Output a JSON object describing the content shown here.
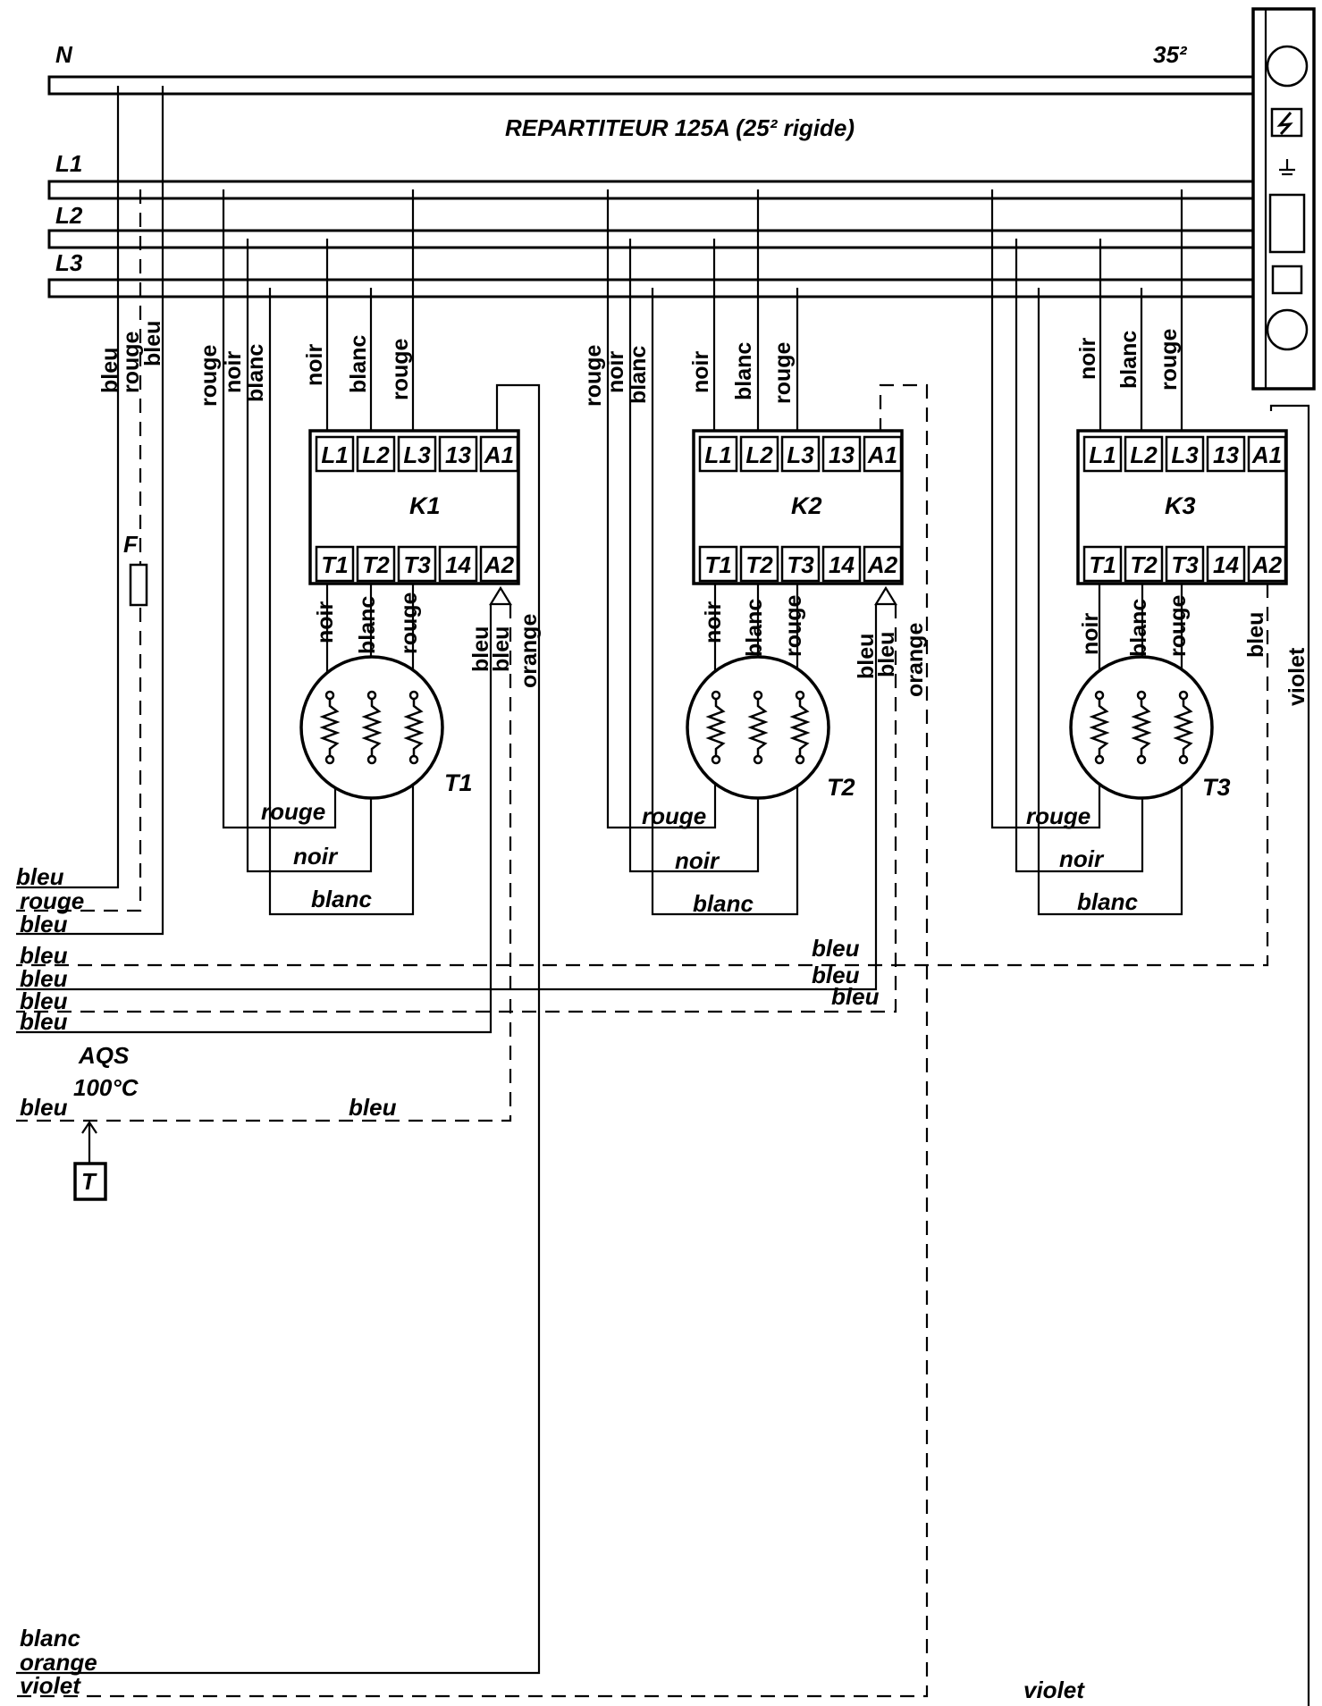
{
  "bus": {
    "neutral_label": "N",
    "section_label": "35²",
    "title": "REPARTITEUR 125A (25² rigide)",
    "phase_labels": [
      "L1",
      "L2",
      "L3"
    ]
  },
  "contactors": [
    {
      "name": "K1",
      "top_terminals": [
        "L1",
        "L2",
        "L3",
        "13",
        "A1"
      ],
      "bottom_terminals": [
        "T1",
        "T2",
        "T3",
        "14",
        "A2"
      ],
      "supply_labels": [
        "rouge",
        "noir",
        "blanc"
      ],
      "input_labels": [
        "noir",
        "blanc",
        "rouge"
      ],
      "output_labels": [
        "noir",
        "blanc",
        "rouge"
      ],
      "coil_labels": [
        "bleu",
        "bleu",
        "orange"
      ],
      "heater_name": "T1",
      "return_labels": [
        "rouge",
        "noir",
        "blanc"
      ]
    },
    {
      "name": "K2",
      "top_terminals": [
        "L1",
        "L2",
        "L3",
        "13",
        "A1"
      ],
      "bottom_terminals": [
        "T1",
        "T2",
        "T3",
        "14",
        "A2"
      ],
      "supply_labels": [
        "rouge",
        "noir",
        "blanc"
      ],
      "input_labels": [
        "noir",
        "blanc",
        "rouge"
      ],
      "output_labels": [
        "noir",
        "blanc",
        "rouge"
      ],
      "coil_labels": [
        "bleu",
        "bleu",
        "orange"
      ],
      "heater_name": "T2",
      "return_labels": [
        "rouge",
        "noir",
        "blanc"
      ]
    },
    {
      "name": "K3",
      "top_terminals": [
        "L1",
        "L2",
        "L3",
        "13",
        "A1"
      ],
      "bottom_terminals": [
        "T1",
        "T2",
        "T3",
        "14",
        "A2"
      ],
      "supply_labels": [],
      "input_labels": [
        "noir",
        "blanc",
        "rouge"
      ],
      "output_labels": [
        "noir",
        "blanc",
        "rouge"
      ],
      "coil_labels": [
        "bleu",
        "violet"
      ],
      "heater_name": "T3",
      "return_labels": [
        "rouge",
        "noir",
        "blanc"
      ]
    }
  ],
  "left_feed": {
    "labels": [
      "bleu",
      "rouge",
      "bleu"
    ],
    "fuse_label": "F"
  },
  "left_bundle": [
    "bleu",
    "rouge",
    "bleu",
    "bleu",
    "bleu",
    "bleu",
    "bleu"
  ],
  "right_bundle": [
    "bleu",
    "bleu",
    "bleu"
  ],
  "thermostat": {
    "label": "AQS",
    "temperature": "100°C",
    "left_label": "bleu",
    "right_label": "bleu",
    "sensor_label": "T"
  },
  "bottom_bundle": [
    "blanc",
    "orange",
    "violet"
  ],
  "violet_label": "violet"
}
